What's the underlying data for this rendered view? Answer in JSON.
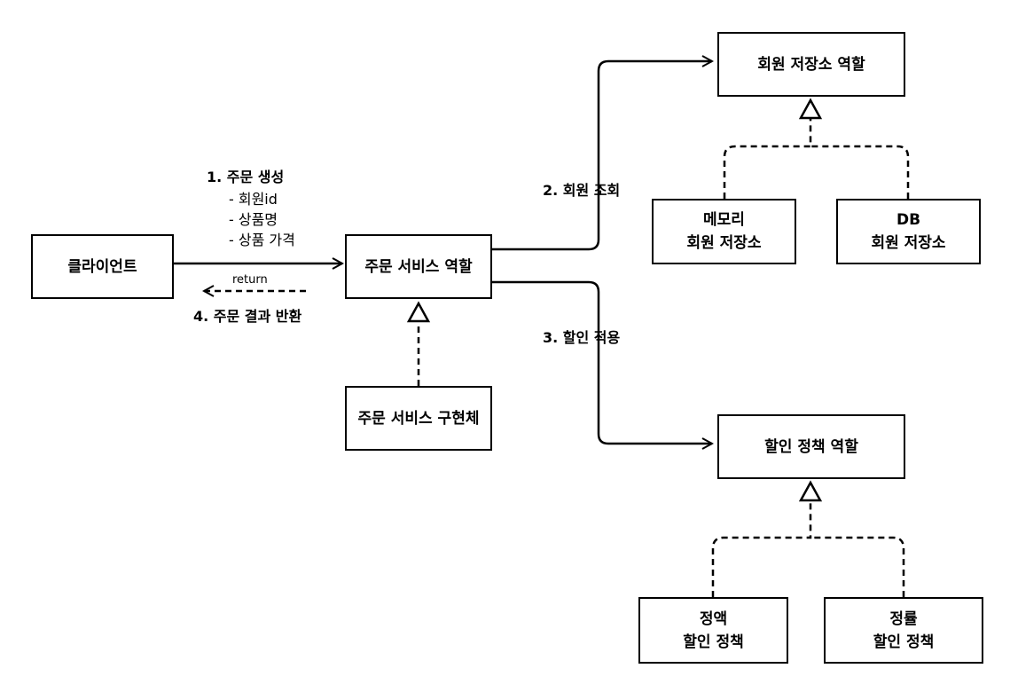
{
  "nodes": {
    "client": "클라이언트",
    "order_service_role": "주문 서비스 역할",
    "order_service_impl": "주문 서비스 구현체",
    "member_repo_role": "회원 저장소 역할",
    "memory_repo": [
      "메모리",
      "회원 저장소"
    ],
    "db_repo": [
      "DB",
      "회원 저장소"
    ],
    "discount_policy_role": "할인 정책 역할",
    "fixed_discount": [
      "정액",
      "할인 정책"
    ],
    "rate_discount": [
      "정률",
      "할인 정책"
    ]
  },
  "labels": {
    "step1": "1. 주문 생성",
    "step1_details": [
      "- 회원id",
      "- 상품명",
      "- 상품 가격"
    ],
    "return": "return",
    "step4": "4. 주문 결과 반환",
    "step2": "2. 회원 조회",
    "step3": "3. 할인 적용"
  }
}
